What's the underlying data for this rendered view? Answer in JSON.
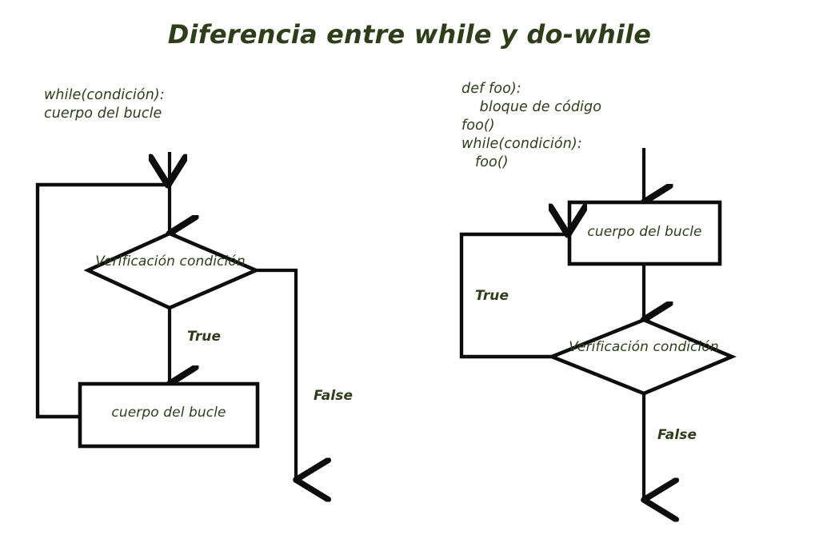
{
  "title": "Diferencia entre while y do-while",
  "colors": {
    "background": "#ffffff",
    "text": "#2e3d1a",
    "stroke": "#0d0d0d"
  },
  "left_flowchart": {
    "name": "while",
    "code": "while(condición):\ncuerpo del bucle",
    "decision_label": "Verificación\ncondición",
    "process_label": "cuerpo del bucle",
    "true_label": "True",
    "false_label": "False"
  },
  "right_flowchart": {
    "name": "do-while",
    "code": "def foo):\n    bloque de código\nfoo()\nwhile(condición):\n   foo()",
    "process_label": "cuerpo del bucle",
    "decision_label": "Verificación\ncondición",
    "true_label": "True",
    "false_label": "False"
  }
}
